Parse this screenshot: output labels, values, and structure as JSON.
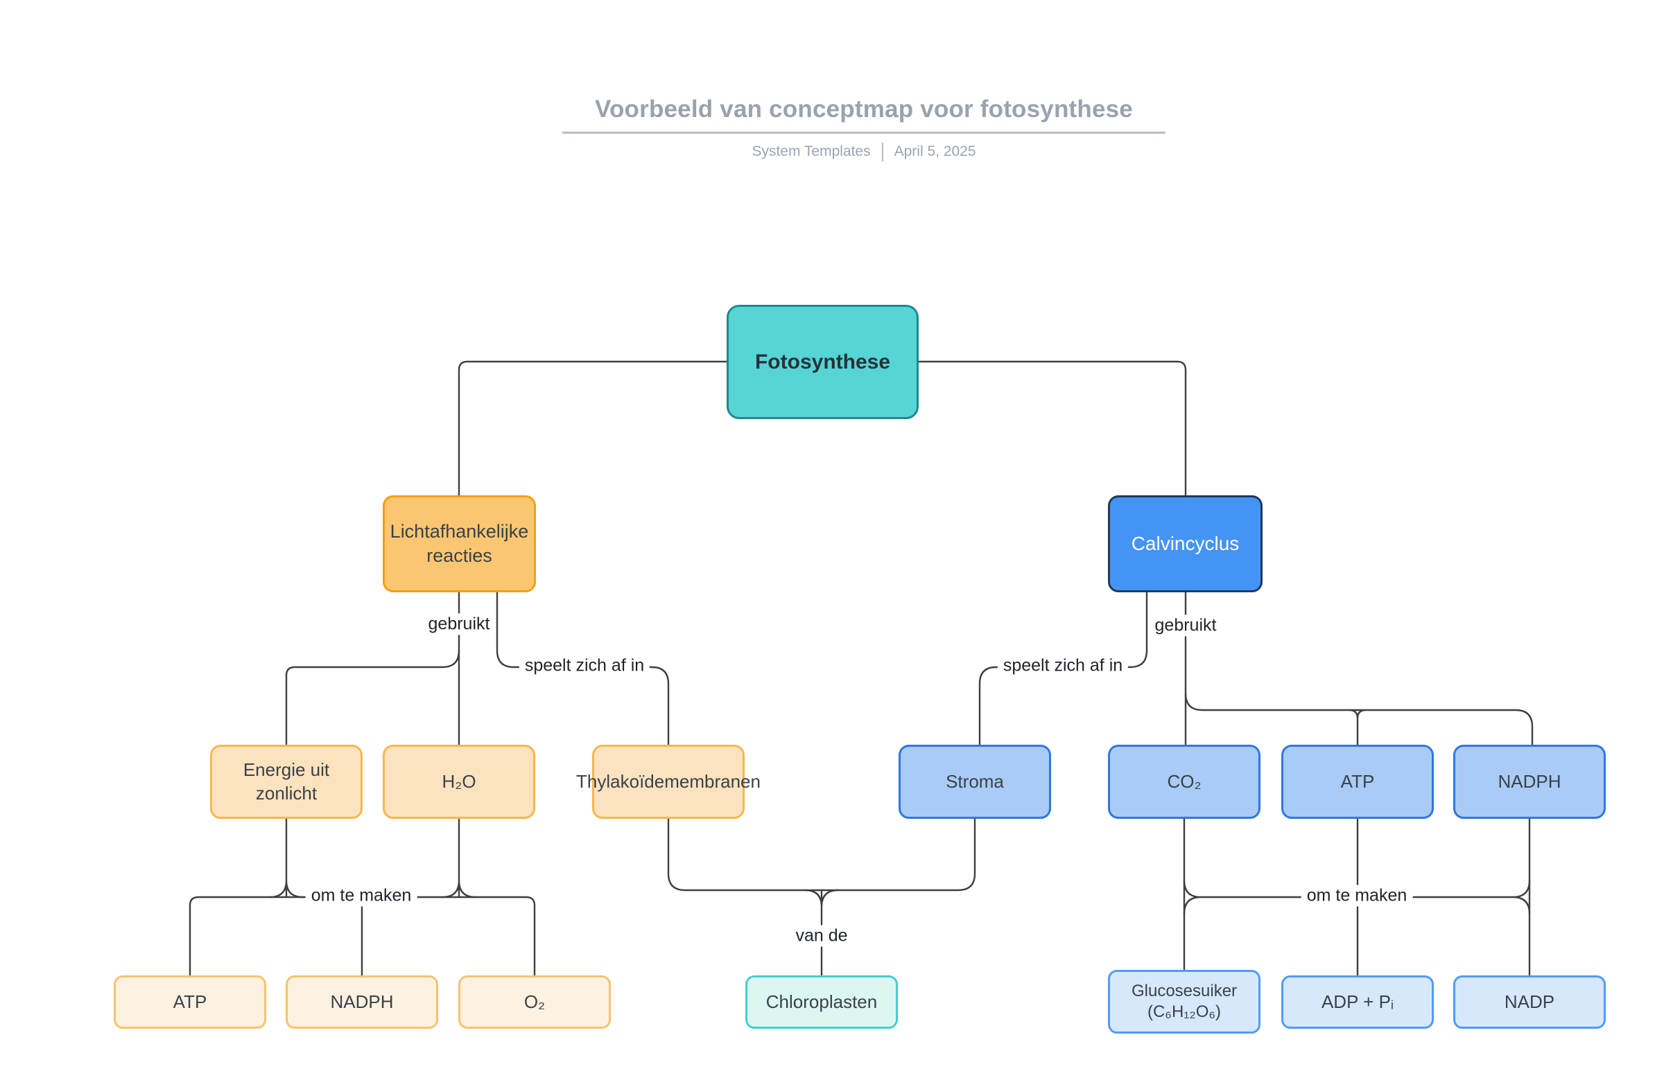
{
  "header": {
    "title": "Voorbeeld van conceptmap voor fotosynthese",
    "source": "System Templates",
    "date": "April 5, 2025"
  },
  "nodes": {
    "fotosynthese": {
      "label": "Fotosynthese"
    },
    "lichtafhankelijke_reacties": {
      "label": "Lichtafhankelijke\nreacties"
    },
    "calvincyclus": {
      "label": "Calvincyclus"
    },
    "energie_uit_zonlicht": {
      "label": "Energie uit\nzonlicht"
    },
    "h2o": {
      "label": "H₂O"
    },
    "thylakoidemembranen": {
      "label": "Thylakoïdemembranen"
    },
    "stroma": {
      "label": "Stroma"
    },
    "co2": {
      "label": "CO₂"
    },
    "atp_input": {
      "label": "ATP"
    },
    "nadph_input": {
      "label": "NADPH"
    },
    "atp_output": {
      "label": "ATP"
    },
    "nadph_output": {
      "label": "NADPH"
    },
    "o2": {
      "label": "O₂"
    },
    "chloroplasten": {
      "label": "Chloroplasten"
    },
    "glucosesuiker": {
      "label": "Glucosesuiker\n(C₆H₁₂O₆)"
    },
    "adp_pi": {
      "label": "ADP + Pᵢ"
    },
    "nadp": {
      "label": "NADP"
    }
  },
  "edge_labels": {
    "gebruikt_left": "gebruikt",
    "speelt_zich_af_in_left": "speelt zich af in",
    "om_te_maken_left": "om te maken",
    "gebruikt_right": "gebruikt",
    "speelt_zich_af_in_right": "speelt zich af in",
    "om_te_maken_right": "om te maken",
    "van_de": "van de"
  },
  "colors": {
    "root_fill": "#57d4d4",
    "root_border": "#1b8a8f",
    "light_reactions_fill": "#fbc671",
    "light_reactions_border": "#f59f0e",
    "calvin_fill": "#4494f6",
    "calvin_border": "#21395c",
    "orange_child_fill": "#fbe3c0",
    "orange_child_border": "#f6b74c",
    "blue_child_fill": "#a9cbf5",
    "blue_child_border": "#2d78e0",
    "orange_product_fill": "#fdf2e2",
    "orange_product_border": "#f6c36d",
    "chloroplast_fill": "#dcf6f2",
    "chloroplast_border": "#44cfcf",
    "blue_product_fill": "#d7e8fd",
    "blue_product_border": "#4f9bf7",
    "connector": "#3f3f3f",
    "title_gray": "#9aa2ac"
  }
}
